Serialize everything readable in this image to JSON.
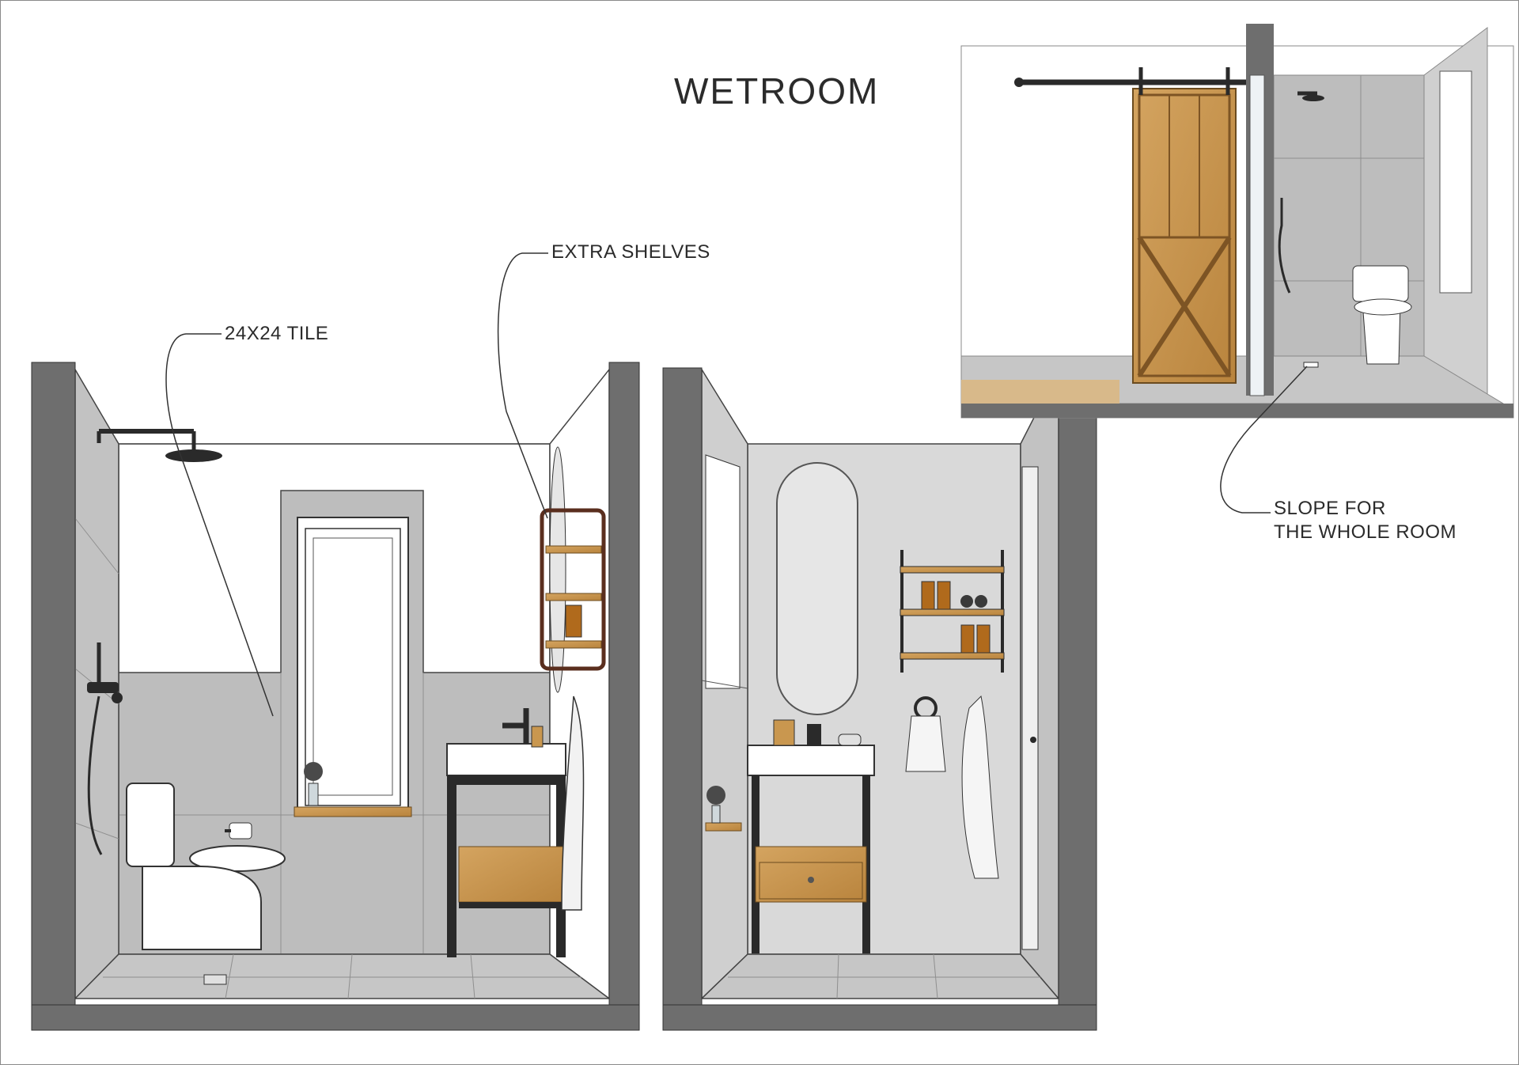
{
  "title": "WETROOM",
  "annotations": {
    "tile": "24X24 TILE",
    "shelves": "EXTRA SHELVES",
    "slope_line1": "SLOPE FOR",
    "slope_line2": "THE WHOLE ROOM"
  },
  "colors": {
    "wall_dark": "#6e6e6e",
    "tile": "#b9b9b9",
    "tile_light": "#cfcfcf",
    "floor": "#c4c4c4",
    "wood": "#c9974f",
    "metal": "#2a2a2a",
    "wall_white": "#ffffff",
    "wall_grey": "#d9d9d9"
  }
}
